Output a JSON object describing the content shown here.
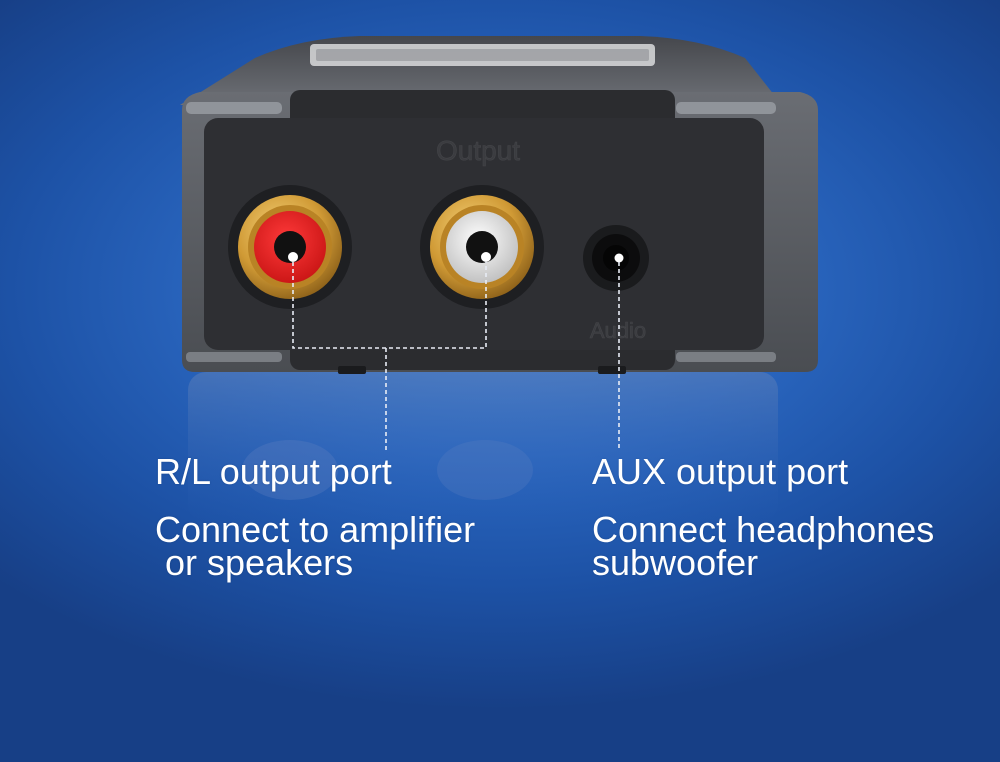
{
  "device": {
    "panel_label": "Output",
    "aux_label": "Audio",
    "colors": {
      "body": "#5d6066",
      "panel": "#2b2c2f",
      "gold": "#d8a640",
      "red_insulator": "#e32020",
      "white_insulator": "#e8e8e8"
    }
  },
  "captions": {
    "left": {
      "title": "R/L output port",
      "desc_line1": "Connect to amplifier",
      "desc_line2": "or speakers"
    },
    "right": {
      "title": "AUX output port",
      "desc_line1": "Connect headphones",
      "desc_line2": "subwoofer"
    }
  }
}
